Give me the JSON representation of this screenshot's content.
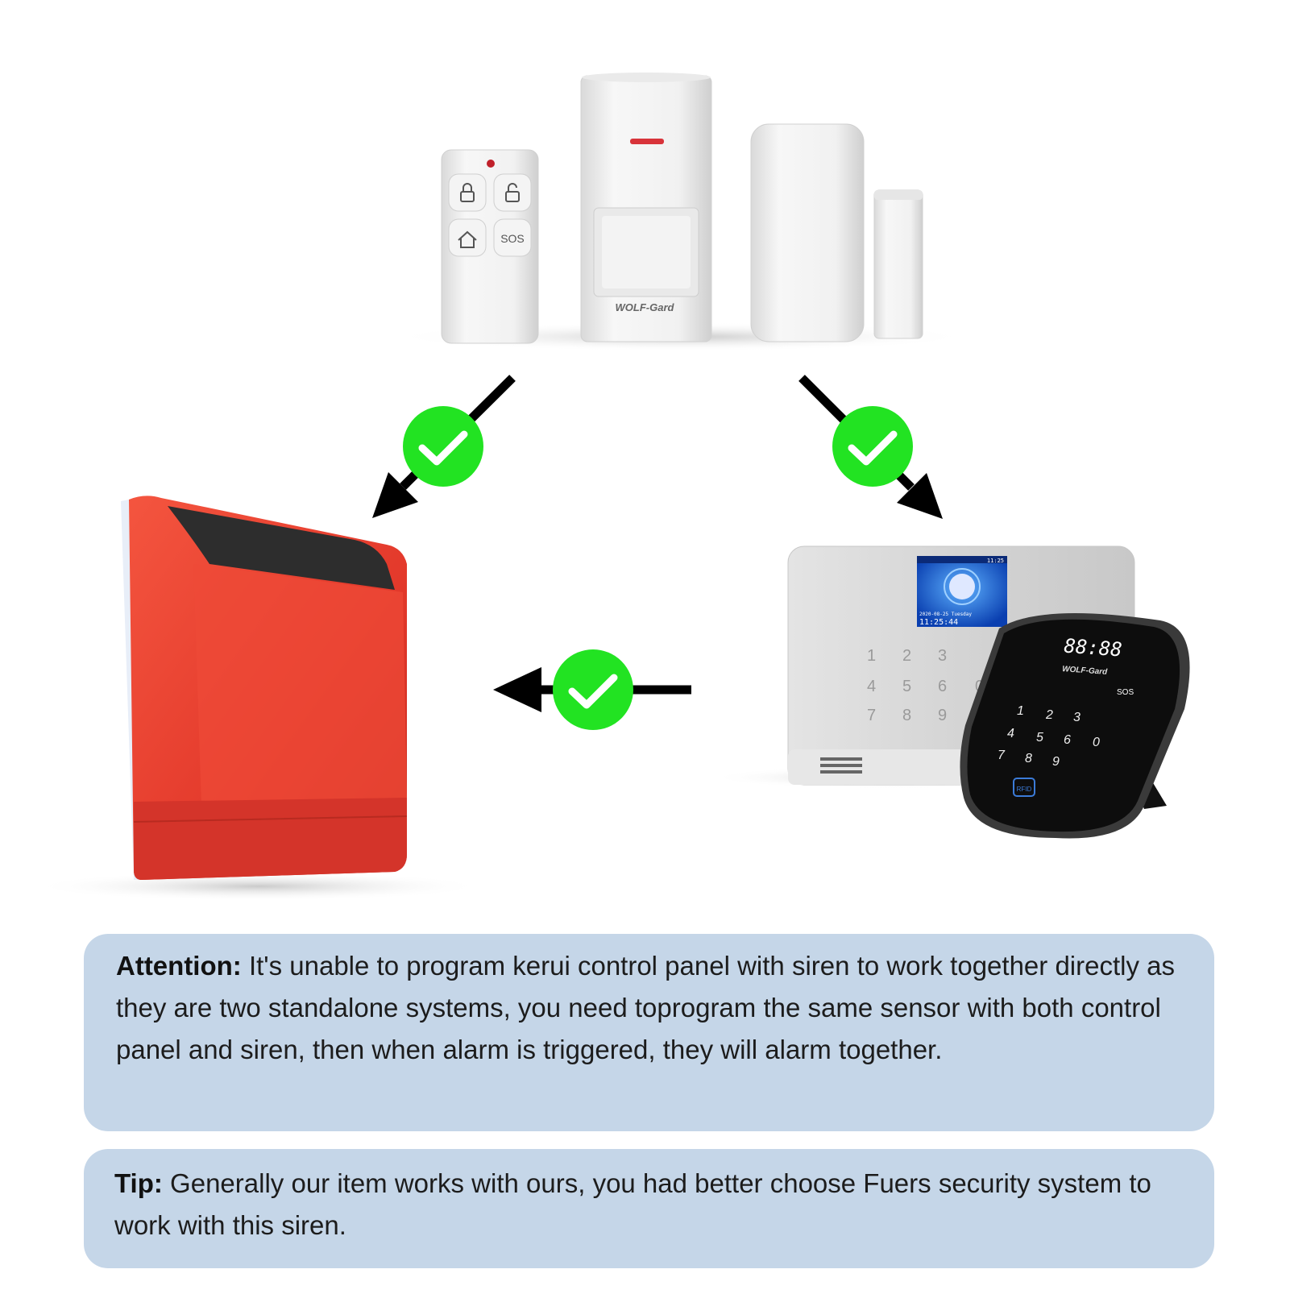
{
  "remote": {
    "sos_label": "SOS"
  },
  "motion_sensor": {
    "brand": "WOLF-Gard"
  },
  "control_panel": {
    "screen_date": "2020-08-25 Tuesday",
    "screen_time": "11:25:44",
    "screen_status_time": "11:25",
    "keys": [
      "1",
      "2",
      "3",
      "4",
      "5",
      "6",
      "0",
      "7",
      "8",
      "9"
    ]
  },
  "keypad": {
    "display": "88:88",
    "brand": "WOLF-Gard",
    "sos_label": "SOS",
    "keys": [
      "1",
      "2",
      "3",
      "4",
      "5",
      "6",
      "0",
      "7",
      "8",
      "9"
    ],
    "rfid_label": "RFID"
  },
  "notes": {
    "attention_label": "Attention:",
    "attention_text": " It's unable to program kerui control panel with siren to work together directly as they are two standalone systems, you need toprogram the same sensor with both control panel and siren, then when alarm is triggered, they will alarm together.",
    "tip_label": "Tip:",
    "tip_text": " Generally our item works with ours, you had better choose Fuers security system to work with this siren."
  },
  "colors": {
    "check_green": "#22e322",
    "siren_red": "#e8372a",
    "note_background": "#c5d6e8",
    "arrow": "#000000"
  }
}
